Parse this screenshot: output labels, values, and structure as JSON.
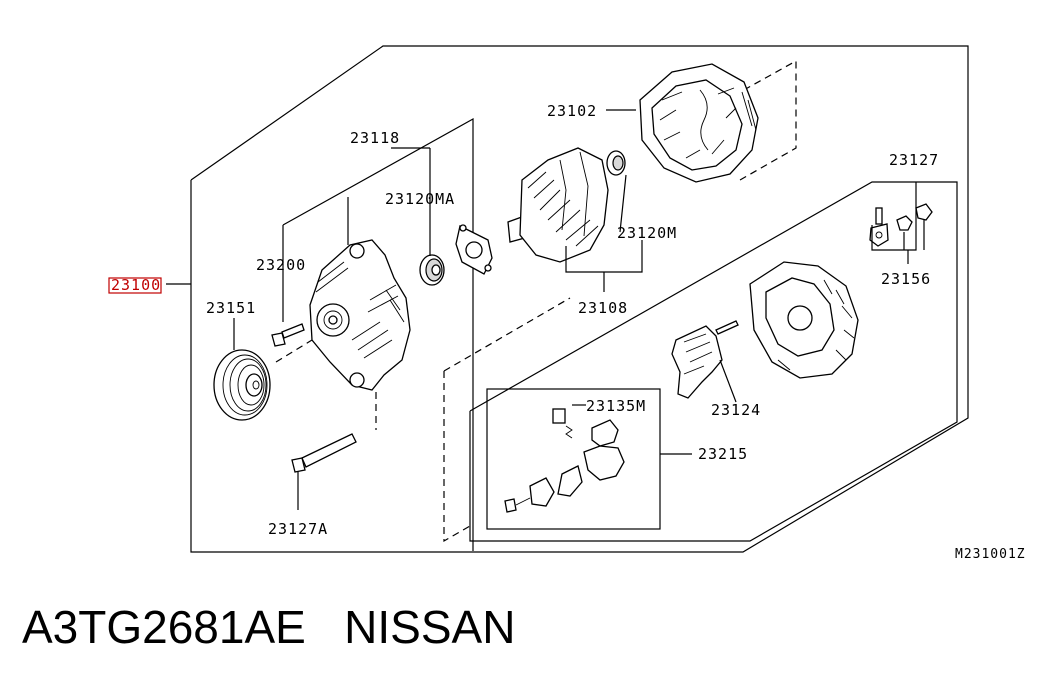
{
  "labels": {
    "p23100": "23100",
    "p23118": "23118",
    "p23120MA": "23120MA",
    "p23200": "23200",
    "p23151": "23151",
    "p23127A": "23127A",
    "p23102": "23102",
    "p23120M": "23120M",
    "p23108": "23108",
    "p23127": "23127",
    "p23156": "23156",
    "p23124": "23124",
    "p23135M": "23135M",
    "p23215": "23215"
  },
  "diagram_code": "M231001Z",
  "caption": "A3TG2681AE   NISSAN",
  "highlight_color": "#c00000"
}
